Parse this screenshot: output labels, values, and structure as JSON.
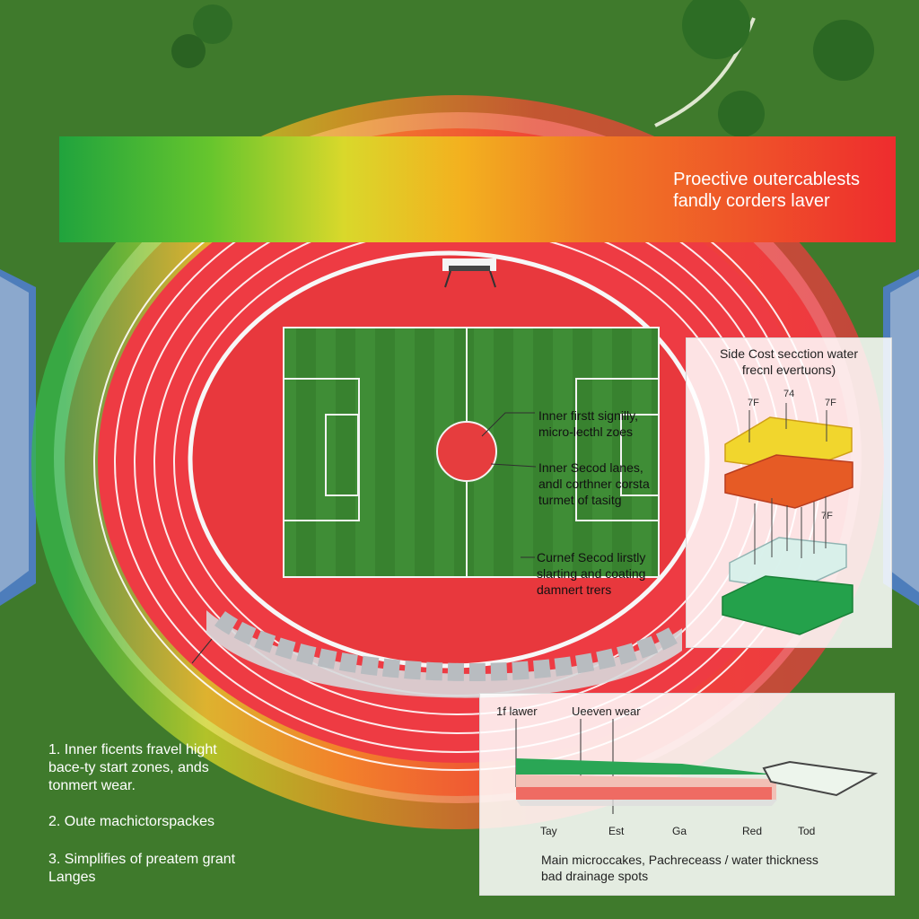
{
  "heatmap_label": [
    "Proective outercablests",
    "fandly corders laver"
  ],
  "section_panel": {
    "title": [
      "Side Cost secction water",
      "frecnl evertuons)"
    ],
    "small_labels": [
      "7F",
      "74",
      "7F",
      "7F"
    ]
  },
  "field_callouts": [
    [
      "Inner firstt signilly,",
      "micro-lecthl zoes"
    ],
    [
      "Inner Secod lanes,",
      "andl corthner corsta",
      "turmet of tasitg"
    ],
    [
      "Curnef Secod lirstly",
      "slarting and coating",
      "damnert trers"
    ]
  ],
  "profile_panel": {
    "top_labels": [
      "1f lawer",
      "Ueeven wear"
    ],
    "bottom_labels": [
      "Tay",
      "Est",
      "Ga",
      "Red",
      "Tod"
    ],
    "note": [
      "Main microccakes, Pachreceass / water thickness",
      "bad drainage spots"
    ]
  },
  "notes": [
    [
      "1. Inner ficents fravel hight",
      "bace-ty start zones, ands",
      "tonmert wear."
    ],
    [
      "2. Oute machictorspackes"
    ],
    [
      "3. Simplifies of preatem grant",
      "Langes"
    ]
  ],
  "colors": {
    "grass": "#3f7a2c",
    "field": "#3b8a31",
    "track": "#e73a3f",
    "track_light": "#f37c7d",
    "heat_green": "#24a33f",
    "heat_yellow": "#f0d624",
    "heat_red": "#f12d2f",
    "stands": "#4c7fc1"
  },
  "icons": [
    "scoreboard-icon",
    "stadium-stands-icon"
  ]
}
